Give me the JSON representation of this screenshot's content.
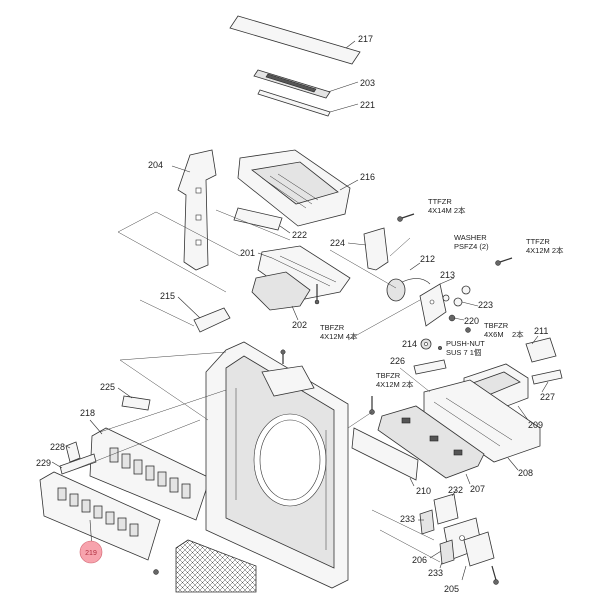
{
  "callouts": {
    "p217": "217",
    "p203": "203",
    "p221": "221",
    "p204": "204",
    "p216": "216",
    "p222": "222",
    "p224": "224",
    "p201": "201",
    "p212": "212",
    "p213": "213",
    "p223": "223",
    "p220": "220",
    "p202": "202",
    "p215": "215",
    "p211": "211",
    "p214": "214",
    "p226": "226",
    "p225": "225",
    "p227": "227",
    "p218": "218",
    "p209": "209",
    "p228": "228",
    "p229": "229",
    "p208": "208",
    "p210": "210",
    "p207": "207",
    "p232": "232",
    "p233a": "233",
    "p206": "206",
    "p233b": "233",
    "p205": "205",
    "p219": "219"
  },
  "hardware": {
    "ttfzr_top_1": "TTFZR",
    "ttfzr_top_2": "4X14M  2本",
    "washer_1": "WASHER",
    "washer_2": "PSFZ4 (2)",
    "ttfzr_right_1": "TTFZR",
    "ttfzr_right_2": "4X12M  2本",
    "tbfzr_mid_1": "TBFZR",
    "tbfzr_mid_2": "4X12M  4本",
    "tbfzr_6m_1": "TBFZR",
    "tbfzr_6m_2": "4X6M",
    "tbfzr_6m_3": "2本",
    "pushnut_1": "PUSH-NUT",
    "pushnut_2": "SUS 7  1個",
    "tbfzr_low_1": "TBFZR",
    "tbfzr_low_2": "4X12M  2本"
  },
  "highlighted_part": "219"
}
